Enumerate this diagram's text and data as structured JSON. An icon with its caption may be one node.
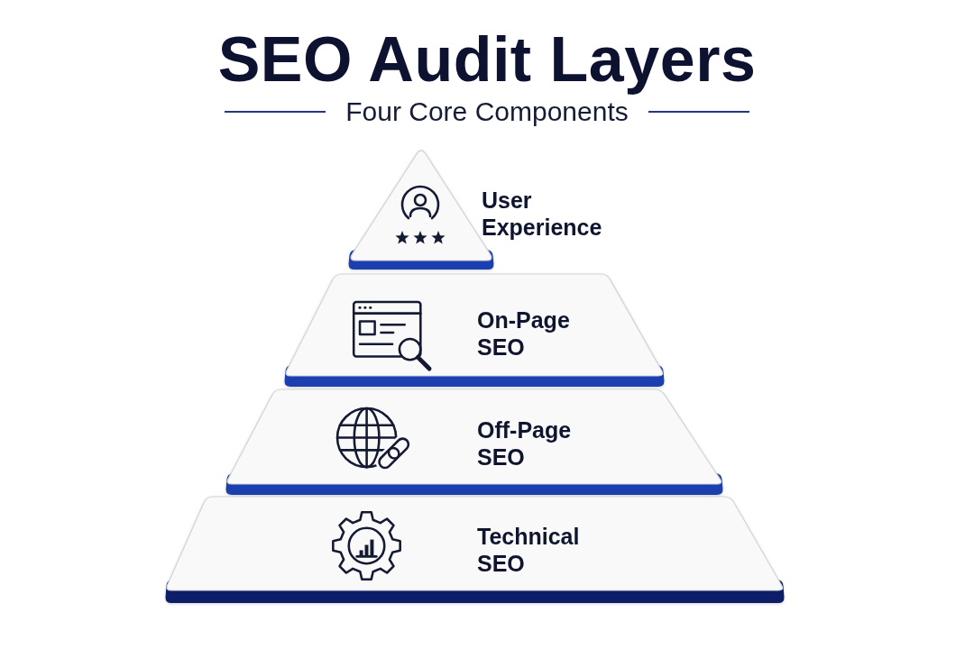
{
  "diagram": {
    "title": "SEO Audit Layers",
    "nodes": [
      {
        "text": [
          "User Experience"
        ]
      },
      {
        "text": [
          "On-Page SEO"
        ]
      },
      {
        "text": [
          "Off-Page SEO"
        ]
      },
      {
        "text": [
          "Technical SEO"
        ]
      }
    ],
    "labels": [
      "Four Core Components"
    ]
  }
}
